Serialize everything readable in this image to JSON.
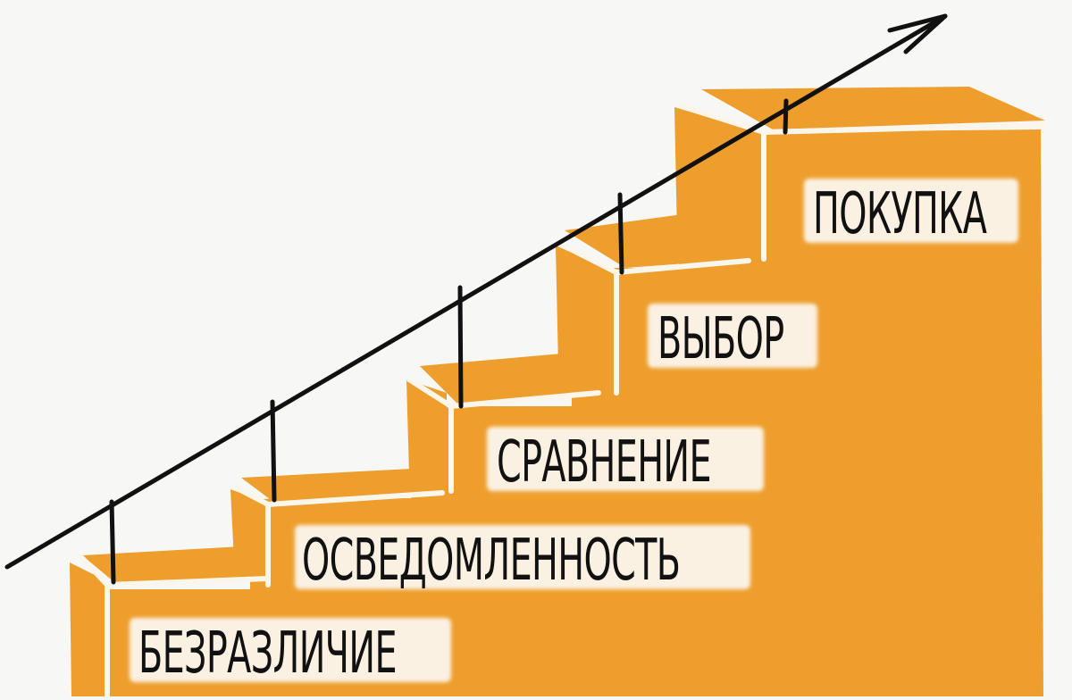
{
  "diagram": {
    "type": "staircase",
    "colors": {
      "background": "#f7f7f5",
      "steps": "#ee9e2d",
      "label_bg": "#fbf6ec",
      "lines": "#111111"
    },
    "arrow": {
      "direction": "up-right"
    },
    "steps": [
      {
        "order": 1,
        "label": "БЕЗРАЗЛИЧИЕ"
      },
      {
        "order": 2,
        "label": "ОСВЕДОМЛЕННОСТЬ"
      },
      {
        "order": 3,
        "label": "СРАВНЕНИЕ"
      },
      {
        "order": 4,
        "label": "ВЫБОР"
      },
      {
        "order": 5,
        "label": "ПОКУПКА"
      }
    ]
  }
}
